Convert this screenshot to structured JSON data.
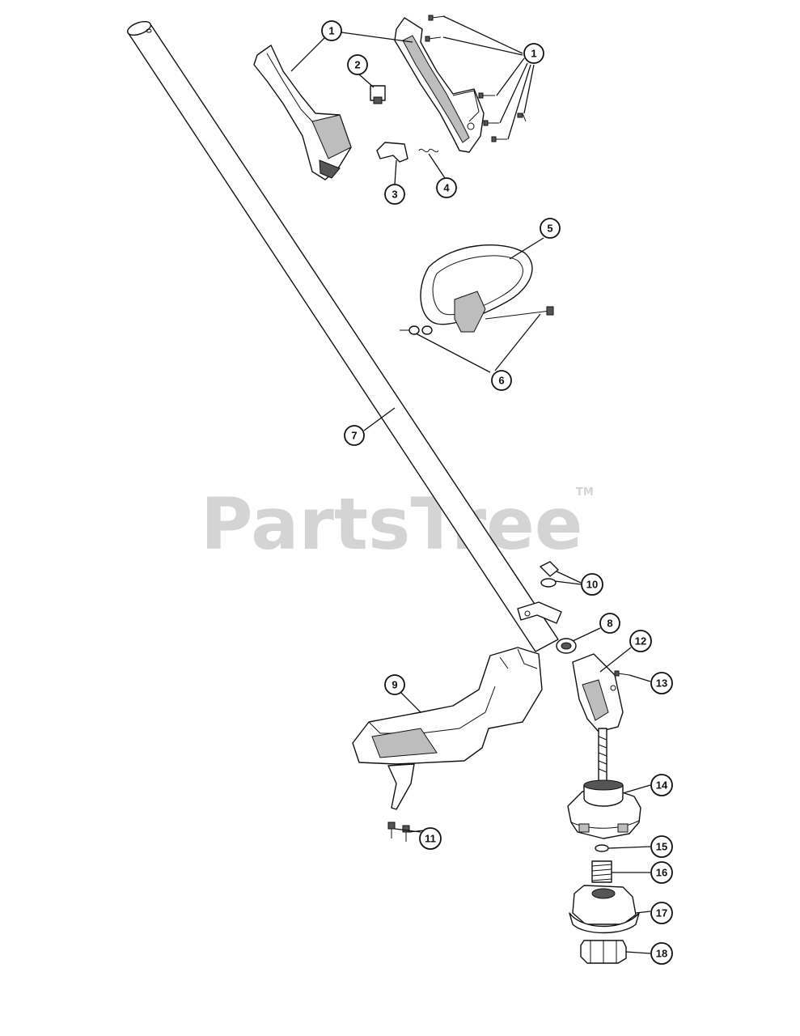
{
  "watermark": {
    "text": "PartsTree",
    "tm": "TM"
  },
  "callouts": [
    "1",
    "1",
    "2",
    "3",
    "4",
    "5",
    "6",
    "7",
    "8",
    "9",
    "10",
    "11",
    "12",
    "13",
    "14",
    "15",
    "16",
    "17",
    "18"
  ]
}
